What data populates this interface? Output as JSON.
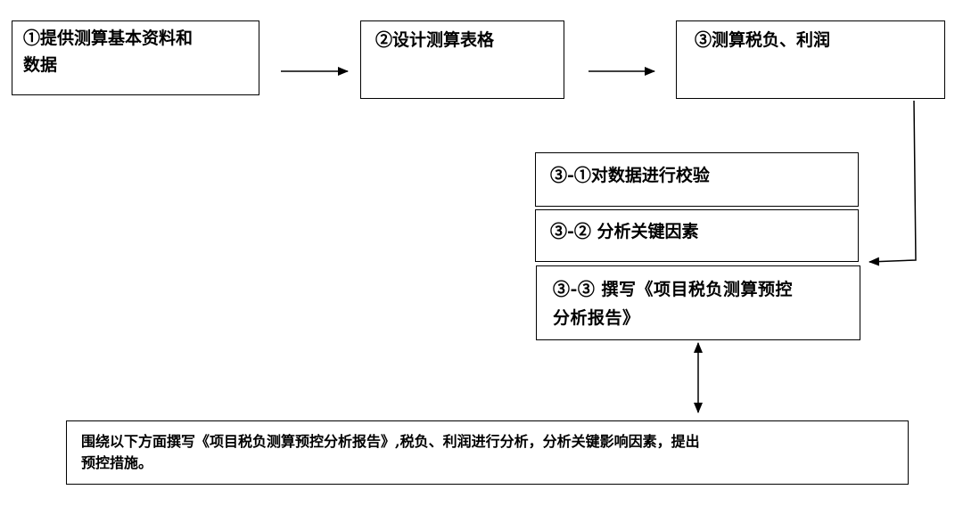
{
  "steps": [
    {
      "id": "step-1",
      "lines": [
        "①提供测算基本资料和",
        "数据"
      ]
    },
    {
      "id": "step-2",
      "lines": [
        "②设计测算表格"
      ]
    },
    {
      "id": "step-3",
      "lines": [
        "③测算税负、利润"
      ]
    }
  ],
  "substeps": [
    {
      "id": "substep-3-1",
      "lines": [
        "③-①对数据进行校验"
      ]
    },
    {
      "id": "substep-3-2",
      "lines": [
        "③-② 分析关键因素"
      ]
    },
    {
      "id": "substep-3-3",
      "lines": [
        "③-③ 撰写《项目税负测算预控",
        "分析报告》"
      ]
    }
  ],
  "note": {
    "lines": [
      "围绕以下方面撰写《项目税负测算预控分析报告》,税负、利润进行分析，分析关键影响因素，提出",
      "预控措施。"
    ]
  }
}
